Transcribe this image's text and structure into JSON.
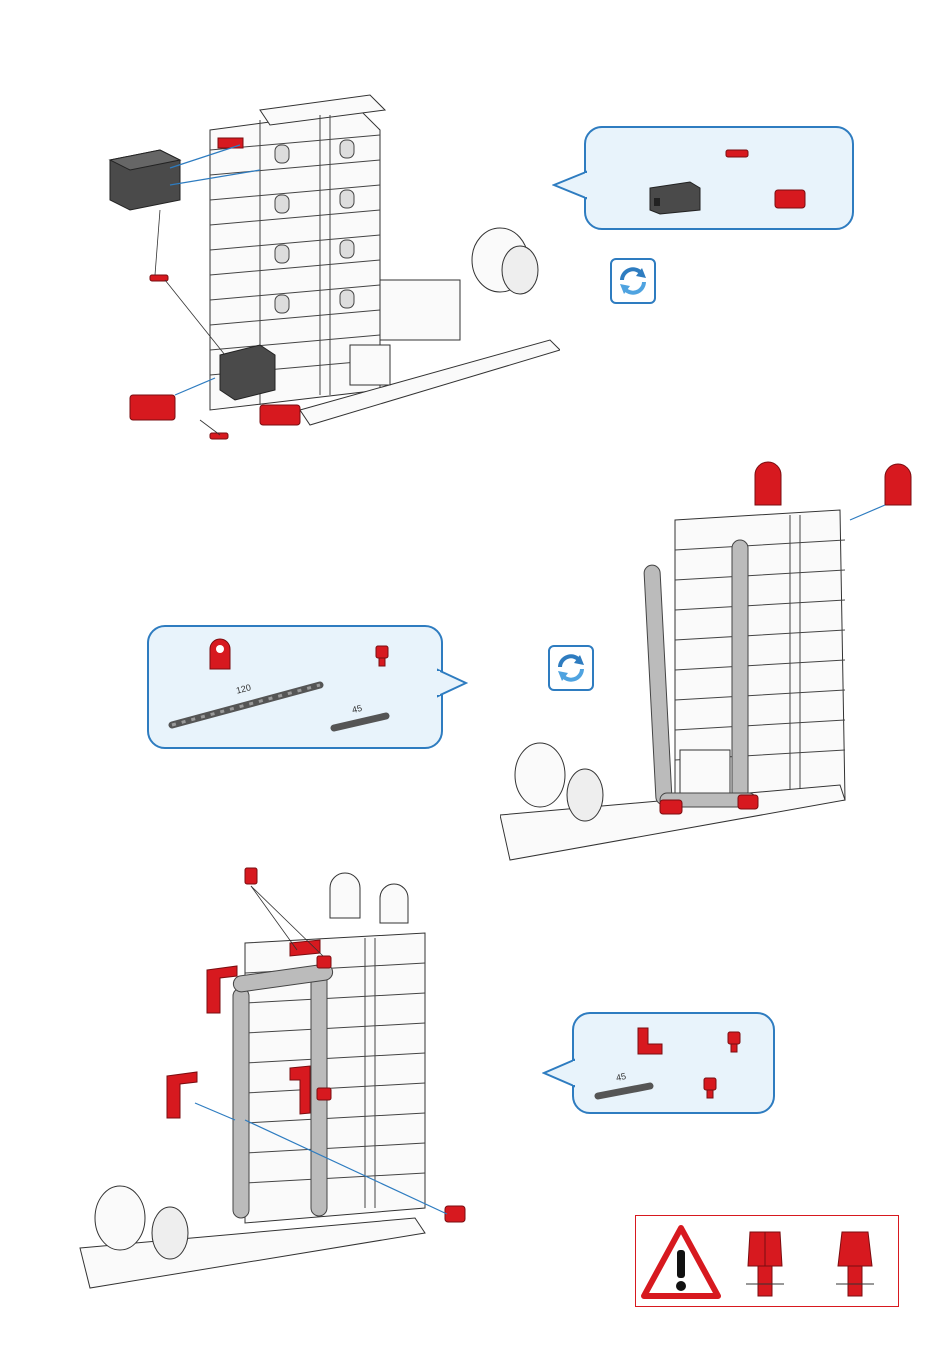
{
  "steps": [
    {
      "parts": [
        "gray-block-30",
        "red-connector-15",
        "red-building-block-15",
        "red-pin"
      ],
      "rotate_icon": "rotate-arrows-icon"
    },
    {
      "parts": [
        "red-hinge-plate",
        "red-spring-cam",
        "strut-120",
        "strut-45"
      ],
      "part_labels": {
        "strut_long": "120",
        "strut_short": "45"
      },
      "rotate_icon": "rotate-arrows-icon"
    },
    {
      "parts": [
        "red-angle-block",
        "red-spring-cam",
        "strut-45",
        "red-spring-cam"
      ],
      "part_labels": {
        "strut_short": "45"
      }
    }
  ],
  "warning": {
    "icon": "warning-triangle-icon",
    "examples": [
      "spring-cam-correct-icon",
      "spring-cam-incorrect-icon"
    ],
    "colors": {
      "border": "#d7191f",
      "triangle": "#d7191f"
    }
  },
  "colors": {
    "accent": "#2e7cc0",
    "part_red": "#d7191f",
    "part_gray": "#4a4a4a",
    "callout_bg": "#e8f3fb"
  }
}
